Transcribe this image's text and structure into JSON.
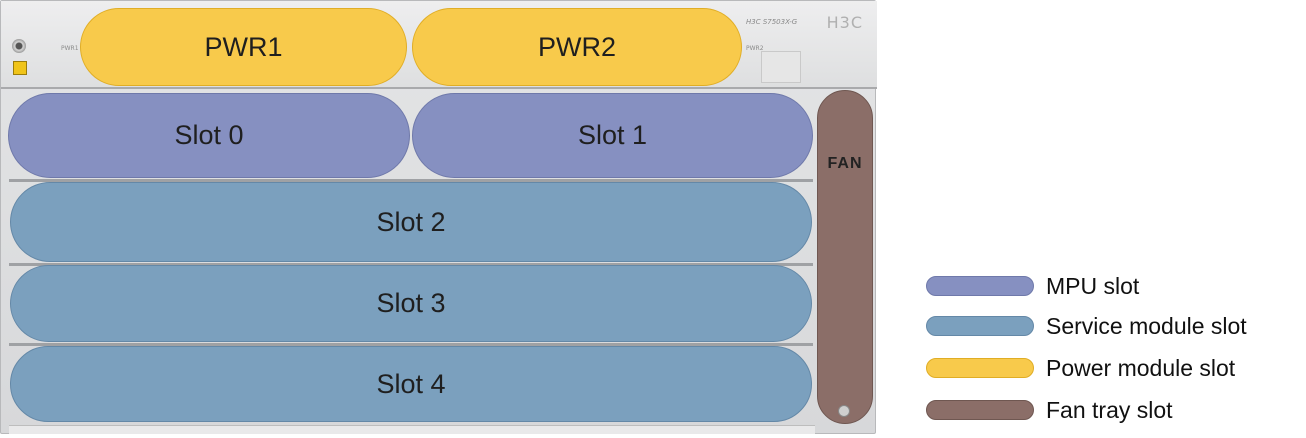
{
  "chassis": {
    "brand_text": "H3C S7503X-G",
    "brand_logo": "H3C",
    "pwr1_tag": "PWR1",
    "pwr2_tag": "PWR2"
  },
  "slots": {
    "pwr1": "PWR1",
    "pwr2": "PWR2",
    "slot0": "Slot 0",
    "slot1": "Slot 1",
    "slot2": "Slot 2",
    "slot3": "Slot 3",
    "slot4": "Slot 4",
    "fan": "FAN"
  },
  "legend": [
    {
      "label": "MPU slot",
      "color": "#8690c1"
    },
    {
      "label": "Service module slot",
      "color": "#7ba0be"
    },
    {
      "label": "Power module slot",
      "color": "#f8ca4b"
    },
    {
      "label": "Fan tray slot",
      "color": "#8b6e68"
    }
  ]
}
